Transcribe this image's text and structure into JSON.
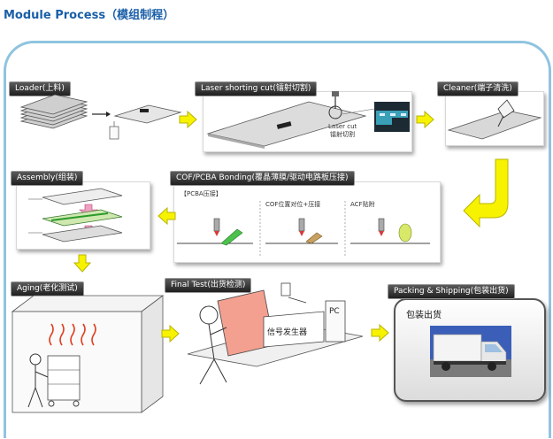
{
  "title": {
    "en": "Module Process",
    "zh": "（模组制程）"
  },
  "steps": {
    "loader": "Loader(上料)",
    "laser": "Laser shorting cut(镭射切割)",
    "cleaner": "Cleaner(端子清洗)",
    "cof": "COF/PCBA Bonding(覆晶薄膜/驱动电路板压接)",
    "assembly": "Assembly(组装)",
    "aging": "Aging(老化测试)",
    "final_test": "Final Test(出货检测)",
    "packing": "Packing & Shipping(包装出货)"
  },
  "annotations": {
    "laser_cut": "Laser cut",
    "laser_cut_zh": "镭射切割",
    "pcba_press": "【PCBA压接】",
    "cof_align": "COF位置对位+压接",
    "acf_attach": "ACF贴附",
    "signal_generator": "信号发生器",
    "pc": "PC",
    "packing_shipping_zh": "包装出货"
  },
  "colors": {
    "title": "#1a5fa8",
    "frame": "#8fc4e0",
    "arrow_fill": "#f7f200",
    "arrow_stroke": "#b8b400",
    "label_bg": "#3a3a3a",
    "heat": "#e04020"
  }
}
